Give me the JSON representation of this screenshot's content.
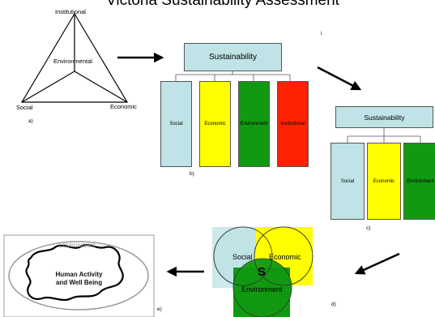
{
  "title": "Victoria Sustainability Assessment",
  "triangle": {
    "top": "Institutional",
    "center": "Environmental",
    "left": "Social",
    "right": "Economic",
    "caption": "a)"
  },
  "panel_b": {
    "header": "Sustainability",
    "pillars": [
      {
        "label": "Social",
        "color": "#bfe3e6"
      },
      {
        "label": "Economic",
        "color": "#ffff00"
      },
      {
        "label": "Environment",
        "color": "#119911"
      },
      {
        "label": "Institutional",
        "color": "#ff2200"
      }
    ],
    "caption": "b)",
    "mark": "i"
  },
  "panel_c": {
    "header": "Sustainability",
    "pillars": [
      {
        "label": "Social",
        "color": "#bfe3e6"
      },
      {
        "label": "Economic",
        "color": "#ffff00"
      },
      {
        "label": "Environment",
        "color": "#119911"
      }
    ],
    "caption": "c)"
  },
  "panel_d": {
    "circles": [
      {
        "label": "Social",
        "color": "#bfe3e6"
      },
      {
        "label": "Economic",
        "color": "#ffff00"
      },
      {
        "label": "Environment",
        "color": "#119911"
      }
    ],
    "center": "S",
    "caption": "d)"
  },
  "panel_e": {
    "outer": "Environment",
    "inner_line1": "Human Activity",
    "inner_line2": "and Well Being",
    "caption": "e)"
  }
}
